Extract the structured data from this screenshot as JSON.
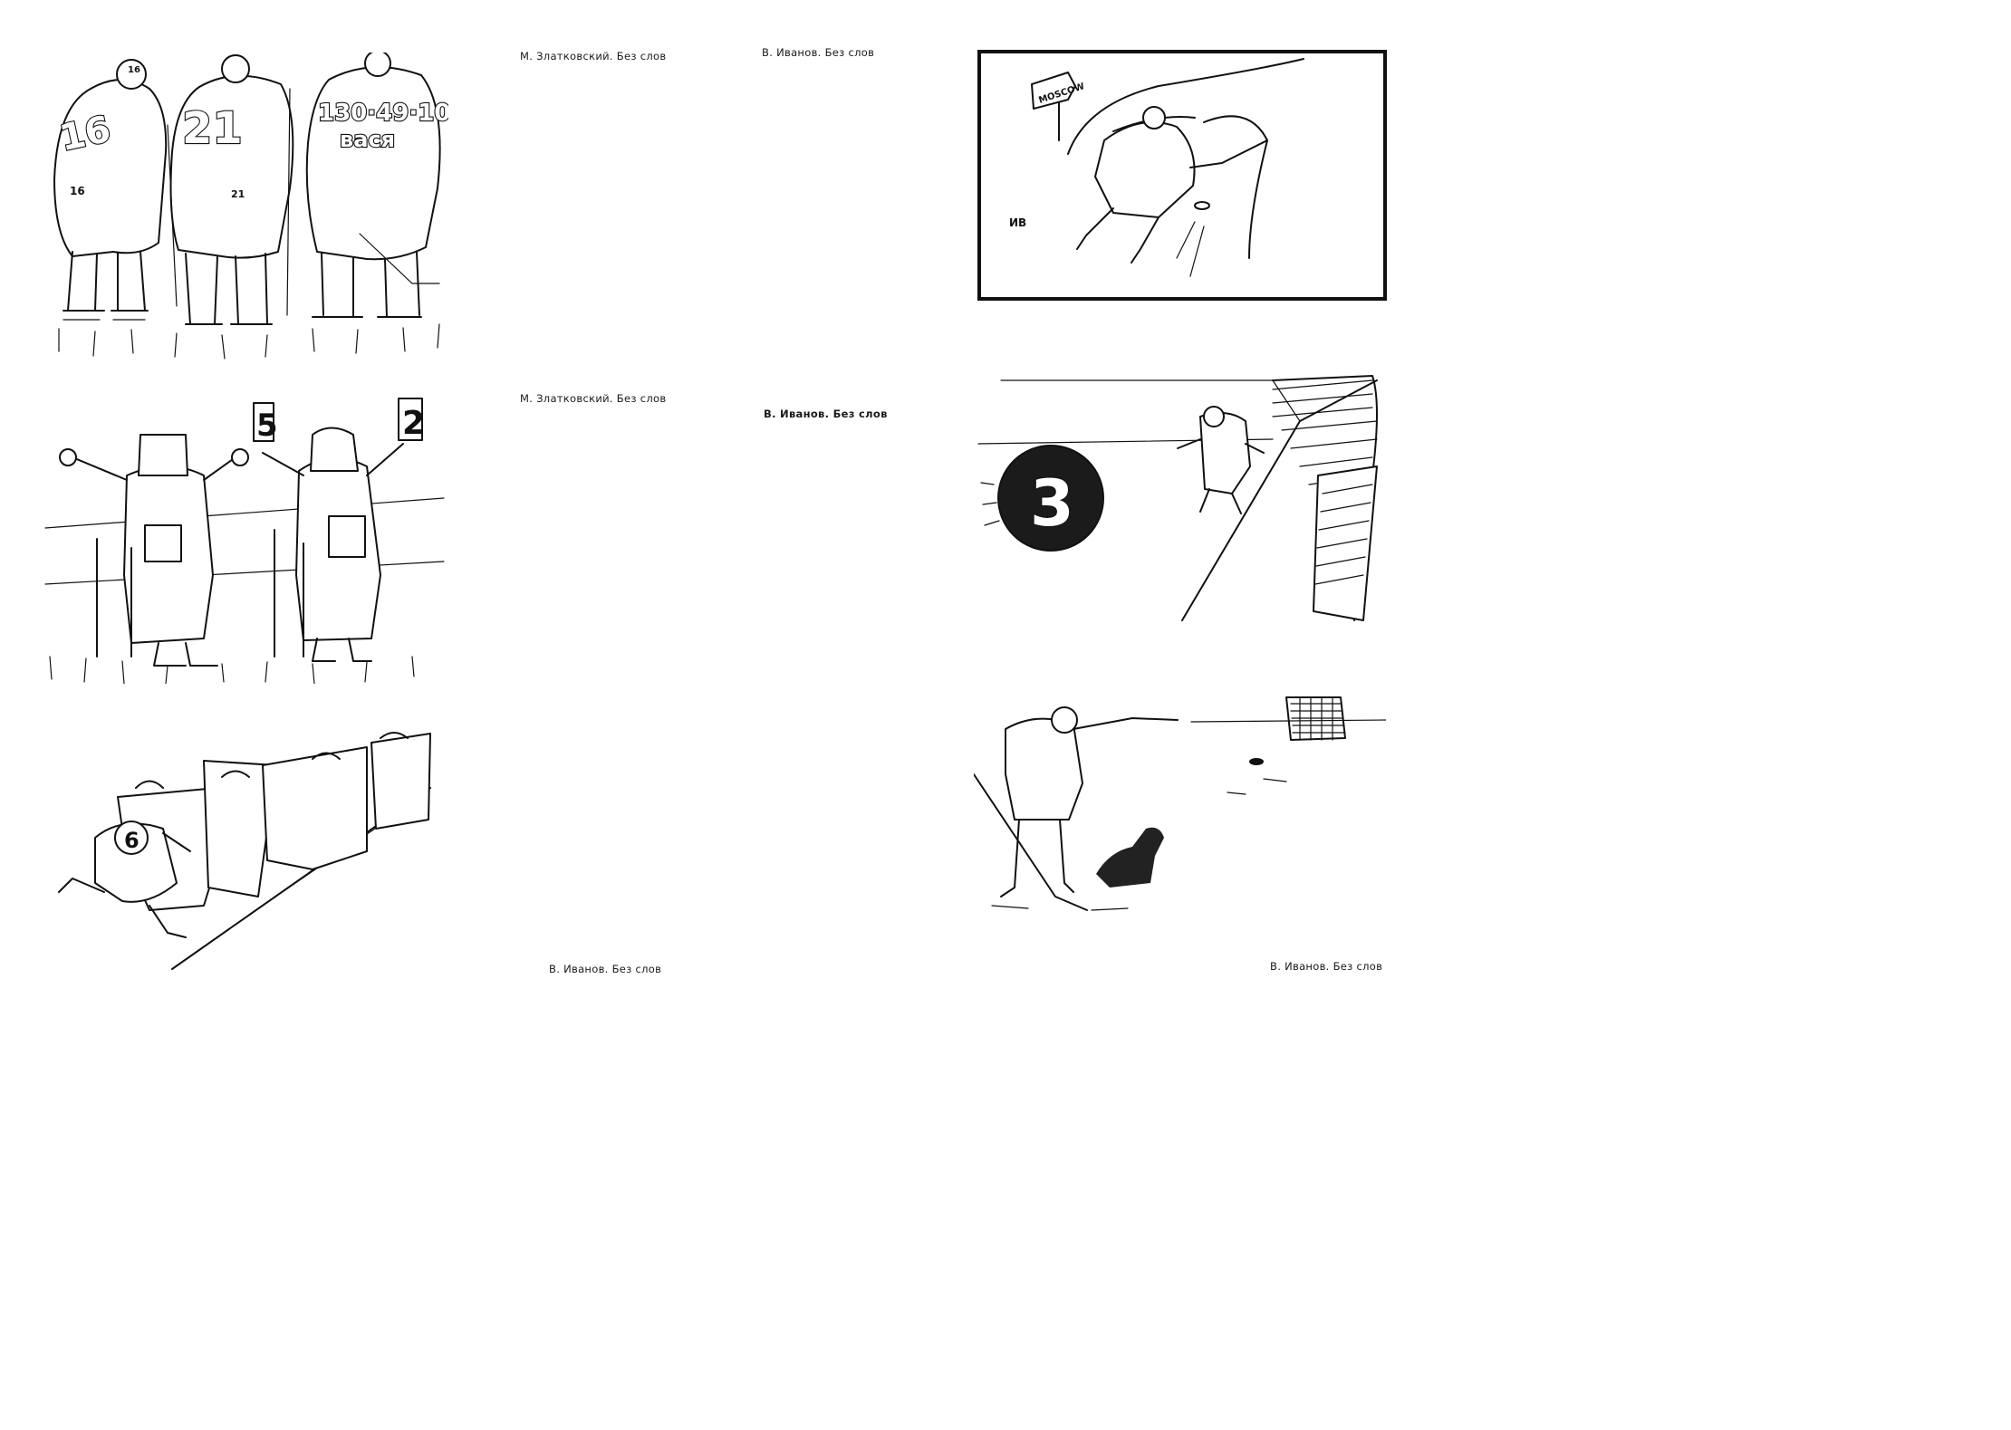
{
  "captions": {
    "c1": "М. Златковский. Без слов",
    "c2": "В. Иванов. Без слов",
    "c3": "М. Златковский. Без слов",
    "c4": "В. Иванов. Без слов",
    "c5": "В. Иванов. Без слов",
    "c6": "В. Иванов. Без слов"
  },
  "cartoons": {
    "players_from_behind": {
      "jersey_left": "16",
      "jersey_mid": "21",
      "jersey_right_line1": "130·49·10",
      "jersey_right_line2": "вася",
      "shorts_left": "16",
      "shorts_mid": "21",
      "helmet_left": "16"
    },
    "judges": {
      "score_left": "5",
      "score_right": "2"
    },
    "runner": {
      "jersey": "6"
    },
    "moscow_road": {
      "sign": "MOSCOW",
      "signature": "ИВ"
    },
    "giant_puck": {
      "number": "3"
    }
  }
}
